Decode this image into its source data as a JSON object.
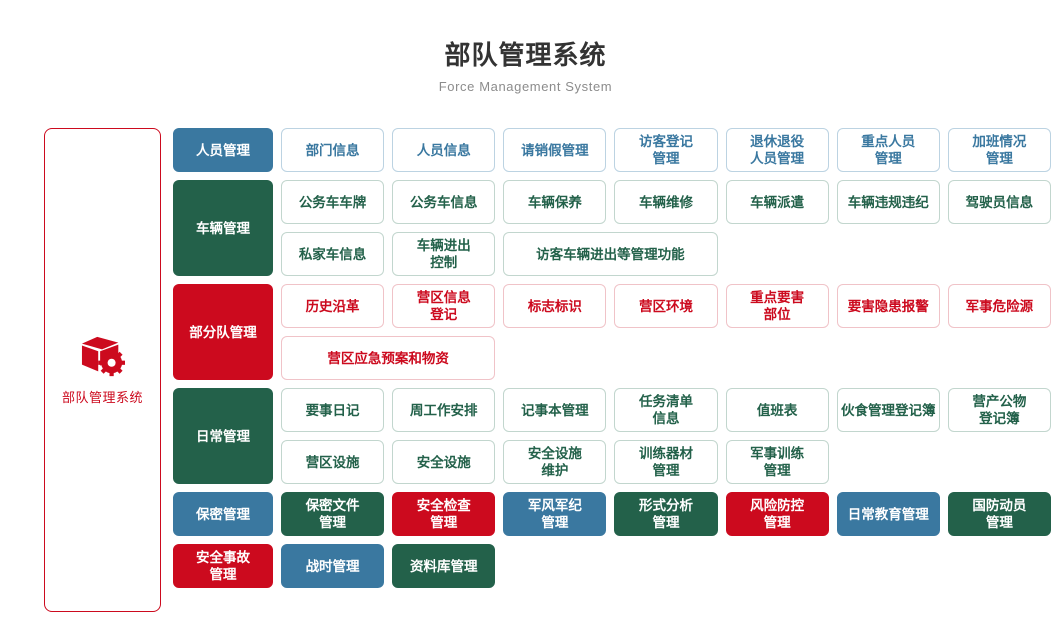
{
  "header": {
    "title": "部队管理系统",
    "subtitle": "Force Management System"
  },
  "sidebar": {
    "icon": "box-gear-icon",
    "label": "部队管理系统",
    "color": "#cc0a1e"
  },
  "colors": {
    "blue": "#3a78a0",
    "green": "#23614a",
    "red": "#cc0a1e",
    "blue_border": "#bcd3e2",
    "green_border": "#c2d6ce",
    "red_border": "#f0c3c8",
    "title": "#333333",
    "subtitle": "#8c8c8c"
  },
  "sections": [
    {
      "category": "人员管理",
      "category_color": "blue",
      "rows": [
        [
          {
            "label": "部门信息",
            "style": "out-blue"
          },
          {
            "label": "人员信息",
            "style": "out-blue"
          },
          {
            "label": "请销假管理",
            "style": "out-blue"
          },
          {
            "label": "访客登记\n管理",
            "style": "out-blue"
          },
          {
            "label": "退休退役\n人员管理",
            "style": "out-blue"
          },
          {
            "label": "重点人员\n管理",
            "style": "out-blue"
          },
          {
            "label": "加班情况\n管理",
            "style": "out-blue"
          }
        ]
      ]
    },
    {
      "category": "车辆管理",
      "category_color": "green",
      "rows": [
        [
          {
            "label": "公务车车牌",
            "style": "out-green"
          },
          {
            "label": "公务车信息",
            "style": "out-green"
          },
          {
            "label": "车辆保养",
            "style": "out-green"
          },
          {
            "label": "车辆维修",
            "style": "out-green"
          },
          {
            "label": "车辆派遣",
            "style": "out-green"
          },
          {
            "label": "车辆违规违纪",
            "style": "out-green"
          },
          {
            "label": "驾驶员信息",
            "style": "out-green"
          }
        ],
        [
          {
            "label": "私家车信息",
            "style": "out-green"
          },
          {
            "label": "车辆进出\n控制",
            "style": "out-green"
          },
          {
            "label": "访客车辆进出等管理功能",
            "style": "out-green",
            "span": 2
          }
        ]
      ]
    },
    {
      "category": "部分队管理",
      "category_color": "red",
      "rows": [
        [
          {
            "label": "历史沿革",
            "style": "out-red"
          },
          {
            "label": "营区信息\n登记",
            "style": "out-red"
          },
          {
            "label": "标志标识",
            "style": "out-red"
          },
          {
            "label": "营区环境",
            "style": "out-red"
          },
          {
            "label": "重点要害\n部位",
            "style": "out-red"
          },
          {
            "label": "要害隐患报警",
            "style": "out-red"
          },
          {
            "label": "军事危险源",
            "style": "out-red"
          }
        ],
        [
          {
            "label": "营区应急预案和物资",
            "style": "out-red",
            "span": 2
          }
        ]
      ]
    },
    {
      "category": "日常管理",
      "category_color": "green",
      "rows": [
        [
          {
            "label": "要事日记",
            "style": "out-green"
          },
          {
            "label": "周工作安排",
            "style": "out-green"
          },
          {
            "label": "记事本管理",
            "style": "out-green"
          },
          {
            "label": "任务清单\n信息",
            "style": "out-green"
          },
          {
            "label": "值班表",
            "style": "out-green"
          },
          {
            "label": "伙食管理登记簿",
            "style": "out-green"
          },
          {
            "label": "营产公物\n登记簿",
            "style": "out-green"
          }
        ],
        [
          {
            "label": "营区设施",
            "style": "out-green"
          },
          {
            "label": "安全设施",
            "style": "out-green"
          },
          {
            "label": "安全设施\n维护",
            "style": "out-green"
          },
          {
            "label": "训练器材\n管理",
            "style": "out-green"
          },
          {
            "label": "军事训练\n管理",
            "style": "out-green"
          }
        ]
      ]
    },
    {
      "category": "保密管理",
      "category_color": "blue",
      "rows": [
        [
          {
            "label": "保密文件\n管理",
            "style": "fill-green"
          },
          {
            "label": "安全检查\n管理",
            "style": "fill-red"
          },
          {
            "label": "军风军纪\n管理",
            "style": "fill-blue"
          },
          {
            "label": "形式分析\n管理",
            "style": "fill-green"
          },
          {
            "label": "风险防控\n管理",
            "style": "fill-red"
          },
          {
            "label": "日常教育管理",
            "style": "fill-blue"
          },
          {
            "label": "国防动员\n管理",
            "style": "fill-green"
          }
        ],
        [
          {
            "label": "安全事故\n管理",
            "style": "fill-red",
            "is_cat_slot": true
          },
          {
            "label": "战时管理",
            "style": "fill-blue"
          },
          {
            "label": "资料库管理",
            "style": "fill-green"
          }
        ]
      ]
    }
  ],
  "last_row": [
    {
      "label": "安全事故\n管理",
      "style": "fill-red"
    },
    {
      "label": "战时管理",
      "style": "fill-blue"
    },
    {
      "label": "资料库管理",
      "style": "fill-green"
    }
  ]
}
